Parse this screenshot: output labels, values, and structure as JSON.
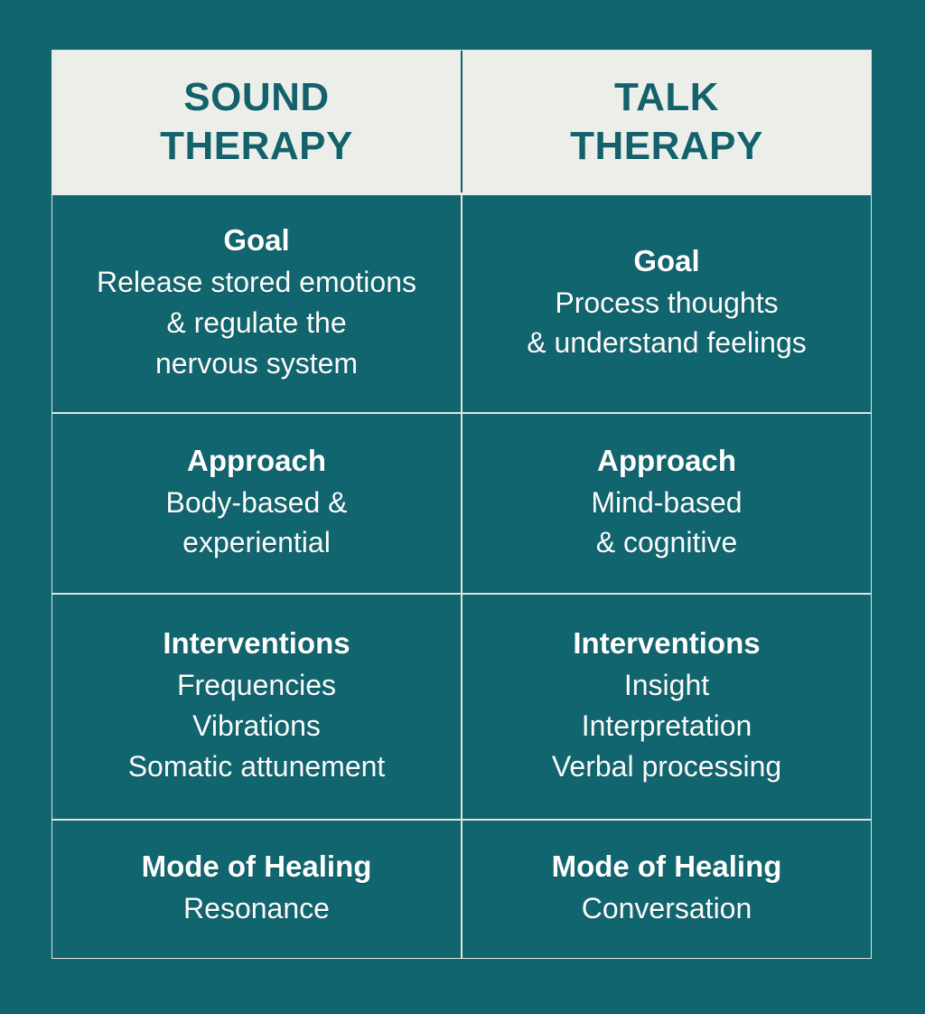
{
  "theme": {
    "background_teal": "#11656f",
    "header_panel": "#ecefe9",
    "header_text": "#14616c",
    "cell_text": "#fbfcfb",
    "border": "#dfe4e0"
  },
  "table": {
    "columns": [
      {
        "title_line_1": "SOUND",
        "title_line_2": "THERAPY"
      },
      {
        "title_line_1": "TALK",
        "title_line_2": "THERAPY"
      }
    ],
    "rows": [
      {
        "key": "goal",
        "left": {
          "label": "Goal",
          "lines": [
            "Release stored emotions",
            "& regulate the",
            "nervous system"
          ]
        },
        "right": {
          "label": "Goal",
          "lines": [
            "Process thoughts",
            "& understand feelings"
          ]
        }
      },
      {
        "key": "approach",
        "left": {
          "label": "Approach",
          "lines": [
            "Body-based &",
            "experiential"
          ]
        },
        "right": {
          "label": "Approach",
          "lines": [
            "Mind-based",
            "& cognitive"
          ]
        }
      },
      {
        "key": "interventions",
        "left": {
          "label": "Interventions",
          "lines": [
            "Frequencies",
            "Vibrations",
            "Somatic attunement"
          ]
        },
        "right": {
          "label": "Interventions",
          "lines": [
            "Insight",
            "Interpretation",
            "Verbal processing"
          ]
        }
      },
      {
        "key": "mode-of-healing",
        "left": {
          "label": "Mode of Healing",
          "lines": [
            "Resonance"
          ]
        },
        "right": {
          "label": "Mode of Healing",
          "lines": [
            "Conversation"
          ]
        }
      }
    ]
  }
}
